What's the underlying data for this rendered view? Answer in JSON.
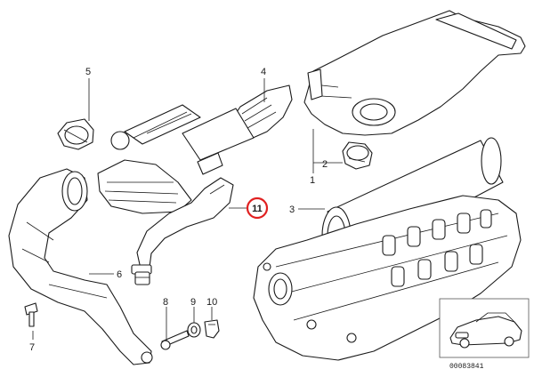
{
  "callouts": [
    {
      "id": "label-1",
      "text": "1"
    },
    {
      "id": "label-2",
      "text": "2"
    },
    {
      "id": "label-3",
      "text": "3"
    },
    {
      "id": "label-4",
      "text": "4"
    },
    {
      "id": "label-5",
      "text": "5"
    },
    {
      "id": "label-6",
      "text": "6"
    },
    {
      "id": "label-7",
      "text": "7"
    },
    {
      "id": "label-8",
      "text": "8"
    },
    {
      "id": "label-9",
      "text": "9"
    },
    {
      "id": "label-10",
      "text": "10"
    },
    {
      "id": "label-11",
      "text": "11"
    }
  ],
  "highlight": {
    "text": "11",
    "color": "#e02020"
  },
  "reference_number": "00083841"
}
